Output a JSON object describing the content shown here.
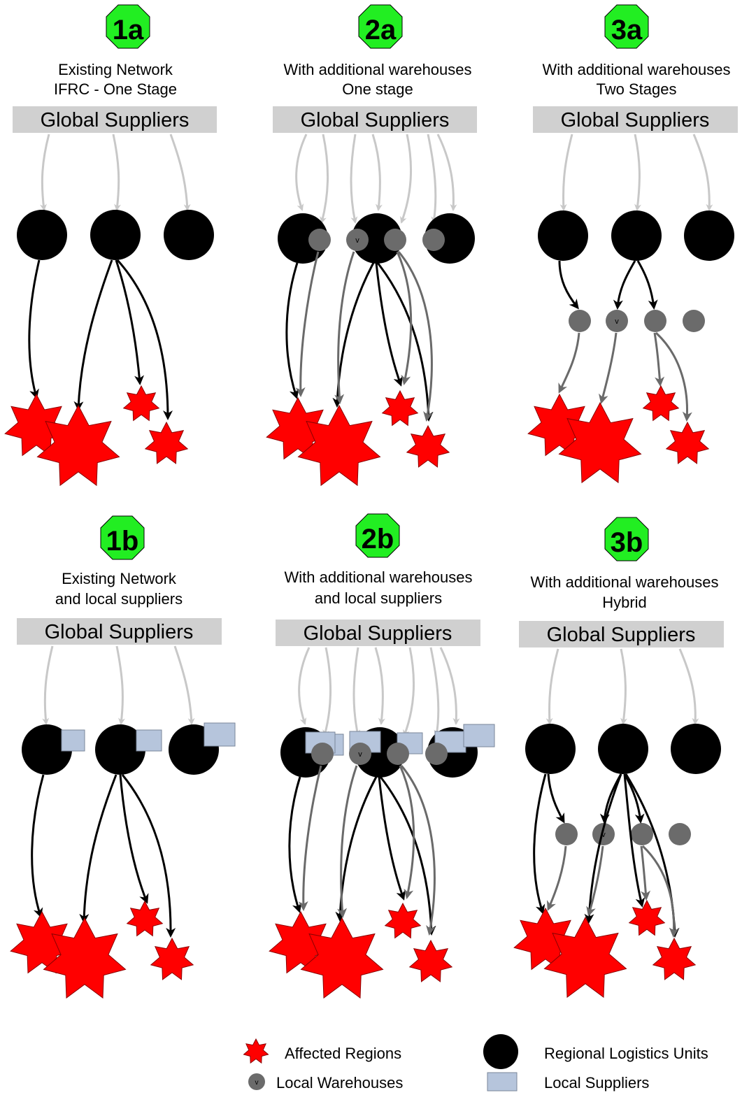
{
  "colors": {
    "badge": "#22ee22",
    "star": "#ff0000",
    "rlu": "#000000",
    "warehouse": "#6b6b6b",
    "supplier_box": "#d0d0d0",
    "local_supplier": "#b6c5dc",
    "global_arrow": "#c8c8c8",
    "black_arrow": "#000000",
    "grey_arrow": "#6a6a6a"
  },
  "panels": [
    {
      "id": "1a",
      "badge": "1a",
      "line1": "Existing Network",
      "line2": "IFRC - One Stage",
      "supplier": "Global Suppliers"
    },
    {
      "id": "2a",
      "badge": "2a",
      "line1": "With additional warehouses",
      "line2": "One stage",
      "supplier": "Global Suppliers"
    },
    {
      "id": "3a",
      "badge": "3a",
      "line1": "With additional warehouses",
      "line2": "Two Stages",
      "supplier": "Global Suppliers"
    },
    {
      "id": "1b",
      "badge": "1b",
      "line1": "Existing Network",
      "line2": "and local suppliers",
      "supplier": "Global Suppliers"
    },
    {
      "id": "2b",
      "badge": "2b",
      "line1": "With additional warehouses",
      "line2": "and local suppliers",
      "supplier": "Global Suppliers"
    },
    {
      "id": "3b",
      "badge": "3b",
      "line1": "With additional warehouses",
      "line2": "Hybrid",
      "supplier": "Global Suppliers"
    }
  ],
  "legend": {
    "affected": "Affected Regions",
    "warehouses": "Local Warehouses",
    "warehouse_mark": "v",
    "rlu": "Regional Logistics Units",
    "local_suppliers": "Local Suppliers"
  }
}
